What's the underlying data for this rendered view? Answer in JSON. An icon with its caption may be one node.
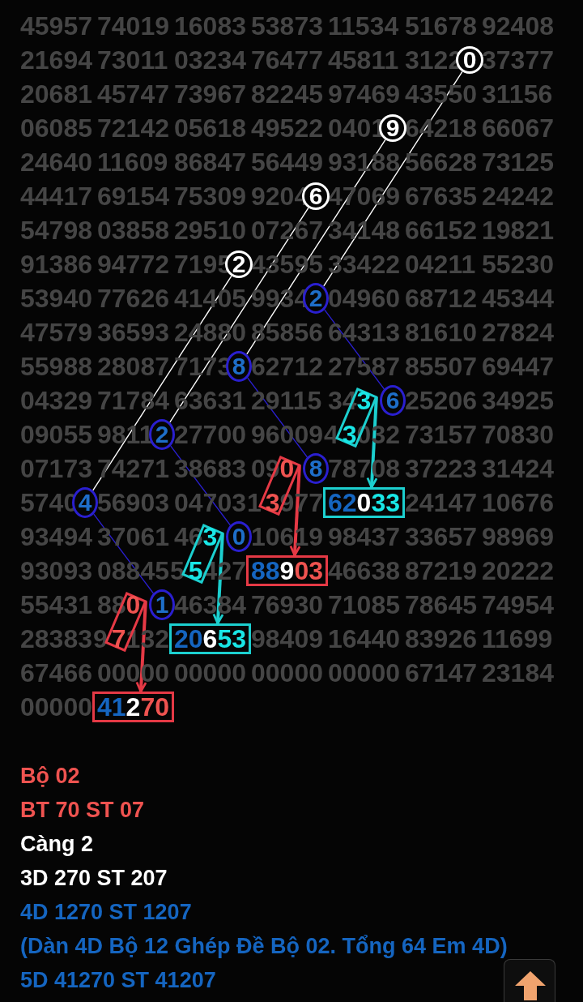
{
  "diagram": {
    "nodes": [
      {
        "text": [
          "0"
        ]
      },
      {
        "text": [
          "9"
        ]
      },
      {
        "text": [
          "6"
        ]
      },
      {
        "text": [
          "2"
        ]
      },
      {
        "text": [
          "2"
        ]
      },
      {
        "text": [
          "8"
        ]
      },
      {
        "text": [
          "3",
          "3"
        ]
      },
      {
        "text": [
          "6"
        ]
      },
      {
        "text": [
          "2"
        ]
      },
      {
        "text": [
          "0",
          "3"
        ]
      },
      {
        "text": [
          "8"
        ]
      },
      {
        "text": [
          "4"
        ]
      },
      {
        "text": [
          "62033"
        ]
      },
      {
        "text": [
          "3",
          "5"
        ]
      },
      {
        "text": [
          "0"
        ]
      },
      {
        "text": [
          "88903"
        ]
      },
      {
        "text": [
          "0",
          "7"
        ]
      },
      {
        "text": [
          "1"
        ]
      },
      {
        "text": [
          "20653"
        ]
      },
      {
        "text": [
          "41270"
        ]
      }
    ],
    "edges": [
      {
        "from": 0,
        "to": 4,
        "arrow": "none"
      },
      {
        "from": 1,
        "to": 5,
        "arrow": "none"
      },
      {
        "from": 2,
        "to": 8,
        "arrow": "none"
      },
      {
        "from": 3,
        "to": 11,
        "arrow": "none"
      },
      {
        "from": 4,
        "to": 7,
        "arrow": "none",
        "color": "#2a1fcf"
      },
      {
        "from": 5,
        "to": 10,
        "arrow": "none",
        "color": "#2a1fcf"
      },
      {
        "from": 6,
        "to": 12,
        "arrow": "to",
        "style": "thick",
        "color": "#1ccfcf"
      },
      {
        "from": 8,
        "to": 14,
        "arrow": "none",
        "color": "#2a1fcf"
      },
      {
        "from": 9,
        "to": 15,
        "arrow": "to",
        "style": "thick",
        "color": "#e53945"
      },
      {
        "from": 11,
        "to": 17,
        "arrow": "none",
        "color": "#2a1fcf"
      },
      {
        "from": 13,
        "to": 18,
        "arrow": "to",
        "style": "thick",
        "color": "#1ccfcf"
      },
      {
        "from": 16,
        "to": 19,
        "arrow": "to",
        "style": "thick",
        "color": "#e53945"
      }
    ],
    "labels": [
      "45957",
      "74019",
      "16083",
      "53873",
      "11534",
      "51678",
      "92408",
      "21694",
      "73011",
      "03234",
      "76477",
      "45811",
      "3122",
      "37377",
      "20681",
      "45747",
      "73967",
      "82245",
      "97469",
      "43550",
      "31156",
      "06085",
      "72142",
      "05618",
      "49522",
      "0401",
      "64218",
      "66067",
      "24640",
      "11609",
      "86847",
      "56449",
      "93188",
      "56628",
      "73125",
      "44417",
      "69154",
      "75309",
      "9204",
      "47069",
      "67635",
      "24242",
      "54798",
      "03858",
      "29510",
      "07267",
      "34148",
      "66152",
      "19821",
      "91386",
      "94772",
      "7195",
      "43595",
      "33422",
      "04211",
      "55230",
      "53940",
      "77626",
      "41405",
      "9934",
      "04960",
      "68712",
      "45344",
      "47579",
      "36593",
      "24880",
      "85856",
      "64313",
      "81610",
      "27824",
      "55988",
      "28087",
      "7173",
      "62712",
      "27587",
      "85507",
      "69447",
      "04329",
      "71784",
      "63631",
      "29115",
      "34",
      "25206",
      "34925",
      "09055",
      "9811",
      "27700",
      "96009",
      "4",
      "032",
      "73157",
      "70830",
      "07173",
      "74271",
      "38683",
      "09",
      "78708",
      "37223",
      "31424",
      "5740",
      "56903",
      "04703",
      "1",
      "977",
      "24147",
      "10676",
      "93494",
      "37061",
      "46",
      "10619",
      "98437",
      "33657",
      "98969",
      "93093",
      "08845",
      "5",
      "427",
      "46638",
      "87219",
      "20222",
      "55431",
      "88",
      "46384",
      "76930",
      "71085",
      "78645",
      "74954",
      "28383",
      "9",
      "132",
      "98409",
      "16440",
      "83926",
      "11699",
      "67466",
      "00000",
      "00000",
      "00000",
      "00000",
      "67147",
      "23184",
      "00000",
      "Bộ 02",
      "BT 70 ST 07",
      "Càng 2",
      "3D 270 ST 207",
      "4D 1270 ST 1207",
      "(Dàn 4D Bộ 12 Ghép Đề Bộ 02. Tổng 64 Em 4D)",
      "5D 41270 ST 41207"
    ]
  }
}
